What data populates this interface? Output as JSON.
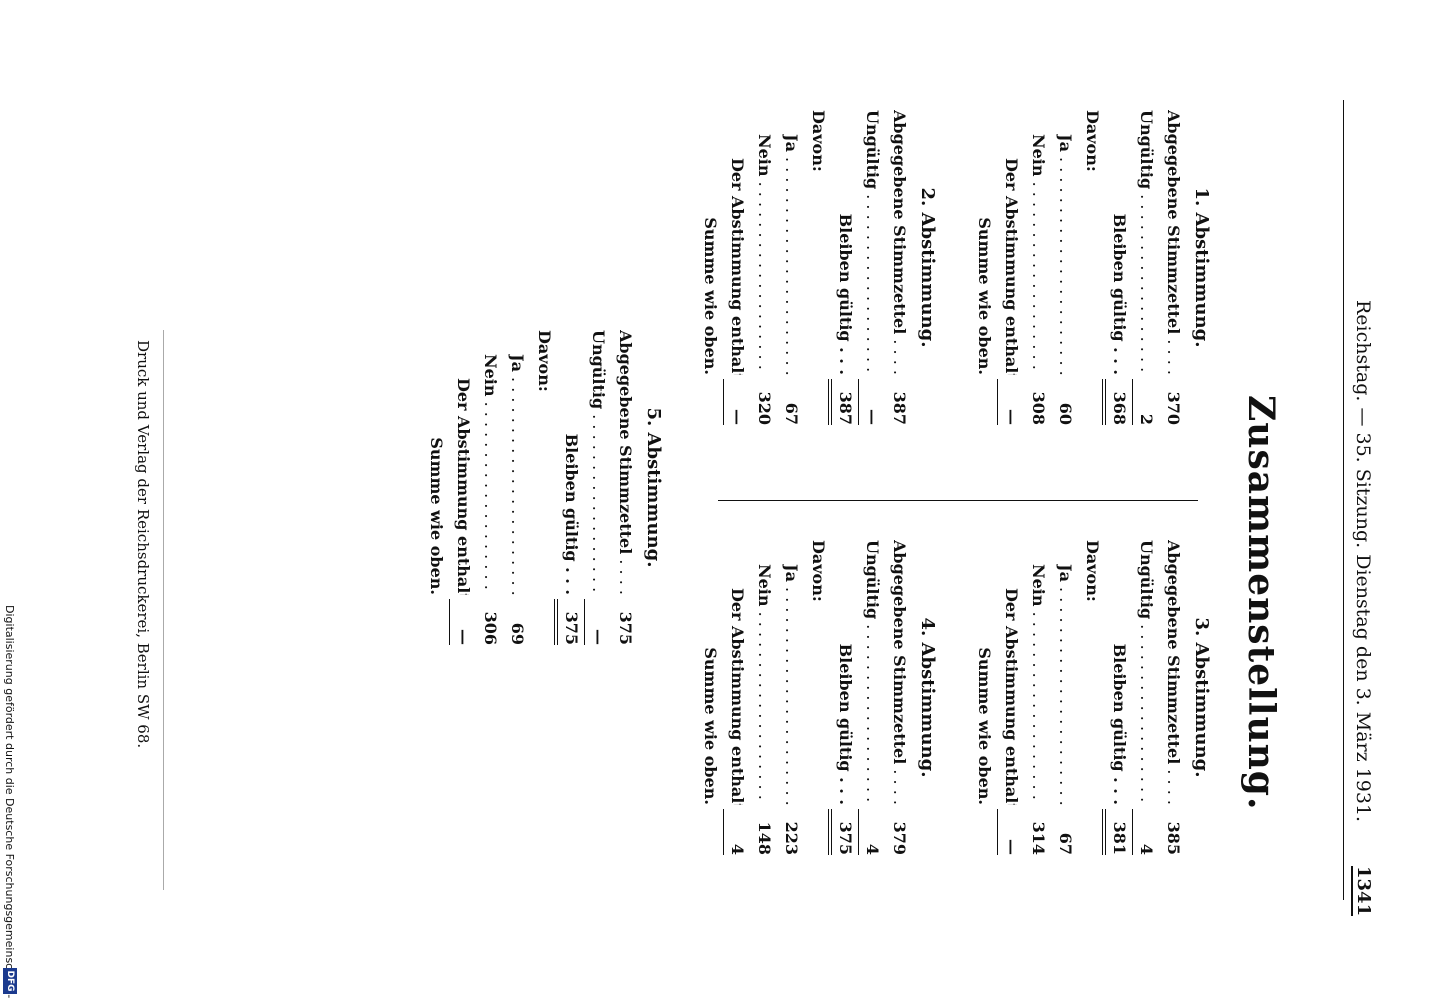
{
  "header": {
    "running_title": "Reichstag. — 35. Sitzung. Dienstag den 3. März 1931.",
    "page_number": "1341"
  },
  "title": "Zusammenstellung.",
  "sections": [
    {
      "title": "1. Abstimmung.",
      "abgegeben_label": "Abgegebene Stimmzettel",
      "abgegeben": "370",
      "ungueltig_label": "Ungültig",
      "ungueltig": "2",
      "gueltig_label": "Bleiben gültig",
      "gueltig": "368",
      "davon_label": "Davon:",
      "ja_label": "Ja",
      "ja": "60",
      "nein_label": "Nein",
      "nein": "308",
      "enthalten_label": "Der Abstimmung enthalten",
      "enthalten": "—",
      "summe_label": "Summe wie oben."
    },
    {
      "title": "2. Abstimmung.",
      "abgegeben_label": "Abgegebene Stimmzettel",
      "abgegeben": "387",
      "ungueltig_label": "Ungültig",
      "ungueltig": "—",
      "gueltig_label": "Bleiben gültig",
      "gueltig": "387",
      "davon_label": "Davon:",
      "ja_label": "Ja",
      "ja": "67",
      "nein_label": "Nein",
      "nein": "320",
      "enthalten_label": "Der Abstimmung enthalten",
      "enthalten": "—",
      "summe_label": "Summe wie oben."
    },
    {
      "title": "3. Abstimmung.",
      "abgegeben_label": "Abgegebene Stimmzettel",
      "abgegeben": "385",
      "ungueltig_label": "Ungültig",
      "ungueltig": "4",
      "gueltig_label": "Bleiben gültig",
      "gueltig": "381",
      "davon_label": "Davon:",
      "ja_label": "Ja",
      "ja": "67",
      "nein_label": "Nein",
      "nein": "314",
      "enthalten_label": "Der Abstimmung enthalten",
      "enthalten": "—",
      "summe_label": "Summe wie oben."
    },
    {
      "title": "4. Abstimmung.",
      "abgegeben_label": "Abgegebene Stimmzettel",
      "abgegeben": "379",
      "ungueltig_label": "Ungültig",
      "ungueltig": "4",
      "gueltig_label": "Bleiben gültig",
      "gueltig": "375",
      "davon_label": "Davon:",
      "ja_label": "Ja",
      "ja": "223",
      "nein_label": "Nein",
      "nein": "148",
      "enthalten_label": "Der Abstimmung enthalten",
      "enthalten": "4",
      "summe_label": "Summe wie oben."
    },
    {
      "title": "5. Abstimmung.",
      "abgegeben_label": "Abgegebene Stimmzettel",
      "abgegeben": "375",
      "ungueltig_label": "Ungültig",
      "ungueltig": "—",
      "gueltig_label": "Bleiben gültig",
      "gueltig": "375",
      "davon_label": "Davon:",
      "ja_label": "Ja",
      "ja": "69",
      "nein_label": "Nein",
      "nein": "306",
      "enthalten_label": "Der Abstimmung enthalten",
      "enthalten": "—",
      "summe_label": "Summe wie oben."
    }
  ],
  "footer": {
    "imprint": "Druck und Verlag der Reichsdruckerei, Berlin SW 68.",
    "digitization_note": "Digitalisierung gefördert durch die Deutsche Forschungsgemeinschaft -",
    "logo_text": "DFG"
  }
}
